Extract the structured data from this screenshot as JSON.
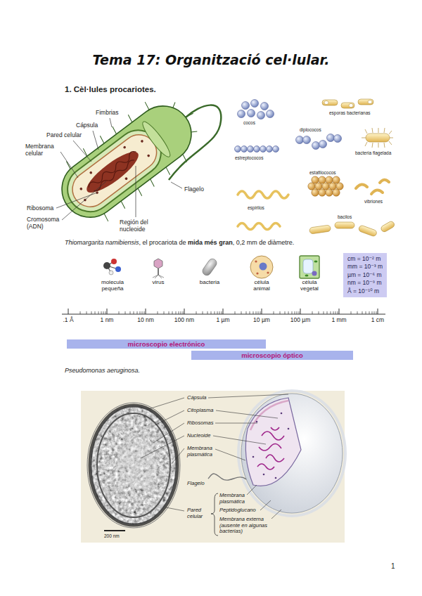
{
  "diagram": {
    "title": "Tema 17: Organització cel·lular.",
    "nodes": [
      {
        "text": [
          "cm = 10⁻² m",
          "mm = 10⁻³ m",
          "µm = 10⁻⁶ m",
          "nm = 10⁻⁹ m",
          "Å = 10⁻¹⁰ m"
        ]
      },
      {
        "text": [
          "microscopio electrónico"
        ]
      },
      {
        "text": [
          "microscopio óptico"
        ]
      }
    ],
    "labels": [
      "1. Cèl·lules procariotes.",
      "Fimbrias",
      "Cápsula",
      "Pared celular",
      "Membrana celular",
      "Flagelo",
      "Ribosoma",
      "Cromosoma (ADN)",
      "Región del nucleoide",
      "cocos",
      "esporas bacterianas",
      "diplococos",
      "bacteria flagelada",
      "estreptococos",
      "estafilococos",
      "vibriones",
      "espirilos",
      "bacilos",
      "Thiomargarita namibiensis",
      ", el procariota de",
      "mida més gran",
      ", 0,2 mm de diàmetre.",
      "molecula pequeña",
      "virus",
      "bacteria",
      "célula animal",
      "célula vegetal",
      ".1 Å",
      "1 nm",
      "10 nm",
      "100 nm",
      "1 µm",
      "10 µm",
      "100 µm",
      "1 mm",
      "1 cm",
      "Pseudomonas aeruginosa.",
      "Cápsula",
      "Citoplasma",
      "Ribosomas",
      "Nucleoide",
      "Membrana plasmática",
      "Flagelo",
      "200 nm",
      "Pared celular",
      "Membrana plasmática",
      "Peptidoglucano",
      "Membrana externa (ausente en algunas bacterias)",
      "1"
    ]
  }
}
